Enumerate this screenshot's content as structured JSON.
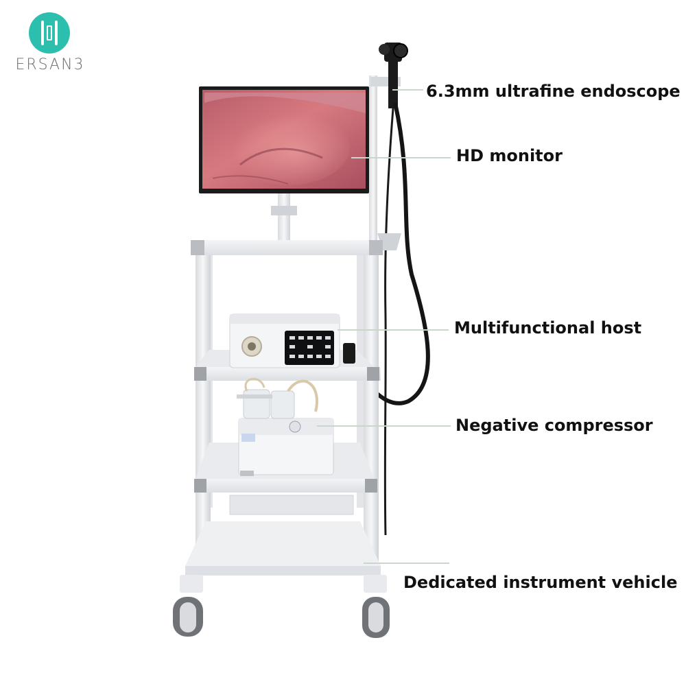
{
  "brand": {
    "name": "ERSAN3",
    "color": "#2dbfae"
  },
  "labels": {
    "endoscope": "6.3mm ultrafine endoscope",
    "monitor": "HD monitor",
    "host": "Multifunctional host",
    "compressor": "Negative compressor",
    "vehicle": "Dedicated instrument vehicle"
  },
  "colors": {
    "cart": "#ecedef",
    "cart_edge": "#c9ccd0",
    "scope_cable": "#1a1a1a",
    "screen_tissue": "#c9666e",
    "leader": "#c9d6c9"
  }
}
